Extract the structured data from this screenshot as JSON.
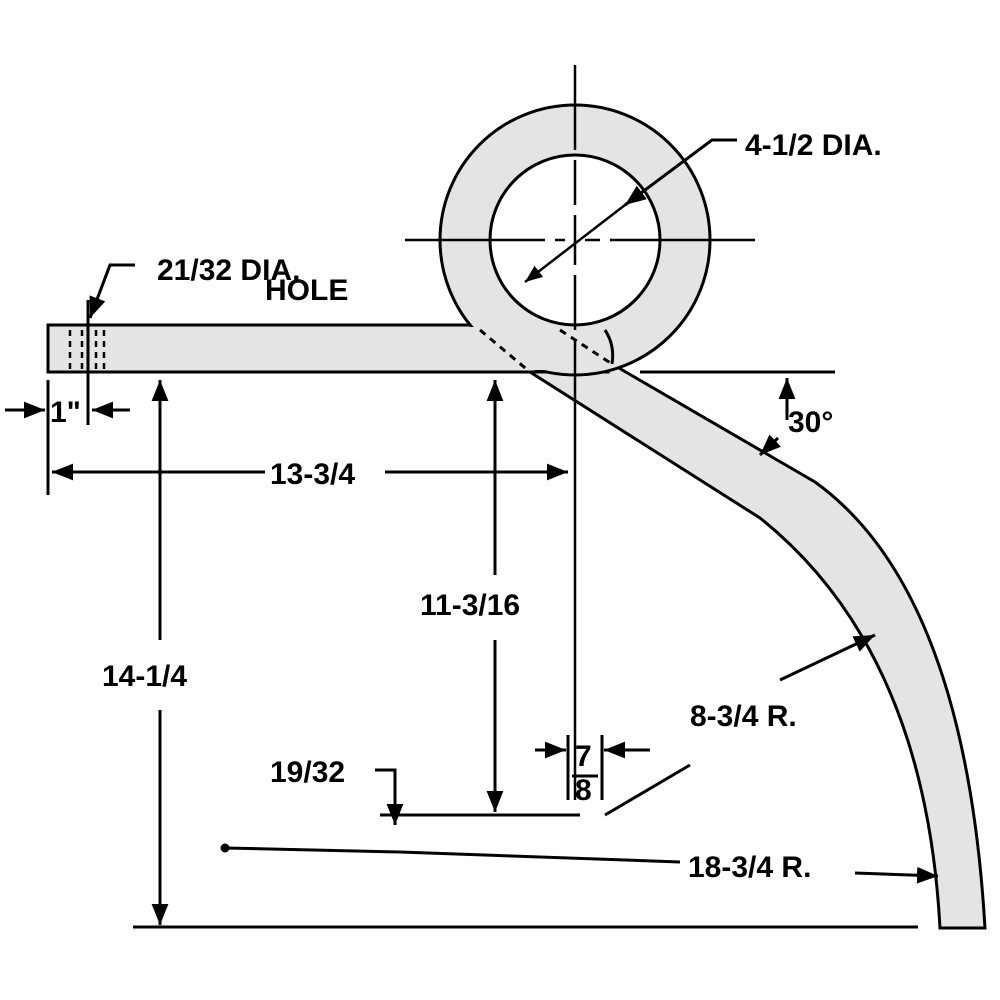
{
  "colors": {
    "part_fill": "#e4e4e4",
    "line": "#000000"
  },
  "labels": {
    "eye_diameter": "4-1/2 DIA.",
    "hole_size": "21/32 DIA.",
    "hole_word": "HOLE",
    "hole_offset": "1\"",
    "bar_length": "13-3/4",
    "drop_height": "11-3/16",
    "total_height": "14-1/4",
    "angle": "30°",
    "small_radius": "8-3/4 R.",
    "offset_num": "7",
    "offset_den": "8",
    "small_offset": "19/32",
    "large_radius": "18-3/4 R."
  }
}
